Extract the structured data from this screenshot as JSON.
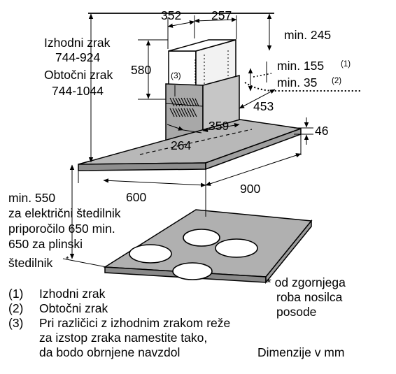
{
  "dimensions": {
    "d352": "352",
    "d257": "257",
    "min245": "min. 245",
    "d580": "580",
    "label3": "(3)",
    "min155": "min. 155",
    "sup1": "(1)",
    "min35": "min. 35",
    "sup2": "(2)",
    "d453": "453",
    "d359": "359",
    "d264": "264",
    "d46": "46",
    "d600": "600",
    "d900": "900"
  },
  "airflow": {
    "exhaust_label": "Izhodni zrak",
    "exhaust_range": "744-924",
    "recirc_label": "Obtočni zrak",
    "recirc_range": "744-1044"
  },
  "min_height": {
    "line1": "min. 550",
    "line2": "za električni štedilnik",
    "line3": "priporočilo 650 min.",
    "line4": "650 za plinski",
    "line5": "štedilnik",
    "asterisk": "*"
  },
  "legend": [
    {
      "num": "(1)",
      "text": "Izhodni zrak"
    },
    {
      "num": "(2)",
      "text": "Obtočni zrak"
    },
    {
      "num": "(3)",
      "text": "Pri različici z izhodnim zrakom reže",
      "cont1": "za izstop zraka namestite tako,",
      "cont2": "da bodo obrnjene navzdol"
    }
  ],
  "footnote": {
    "line1": "* od zgornjega",
    "line2": "roba nosilca",
    "line3": "posode"
  },
  "units_note": "Dimenzije v mm"
}
